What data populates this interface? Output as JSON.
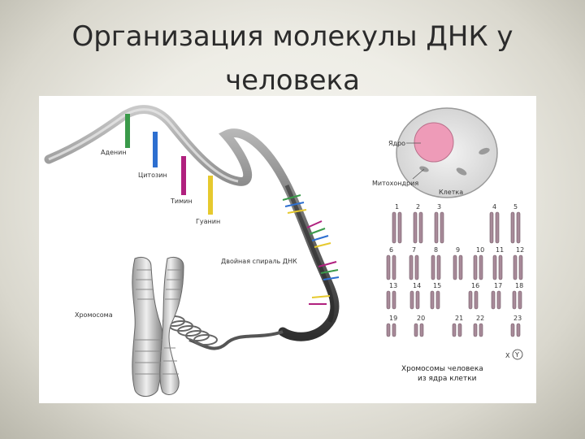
{
  "slide": {
    "title_line1": "Организация молекулы ДНК у",
    "title_line2": "человека"
  },
  "figure": {
    "bases": [
      {
        "name": "Аденин",
        "color": "#3a9a4a"
      },
      {
        "name": "Цитозин",
        "color": "#2d6fd0"
      },
      {
        "name": "Тимин",
        "color": "#b0207e"
      },
      {
        "name": "Гуанин",
        "color": "#e6c92e"
      }
    ],
    "double_helix_label": "Двойная спираль ДНК",
    "chromosome_label": "Хромосома",
    "cell": {
      "nucleus_label": "Ядро",
      "mitochondria_label": "Митохондрия",
      "cell_label": "Клетка"
    },
    "karyotype": {
      "numbers": [
        "1",
        "2",
        "3",
        "4",
        "5",
        "6",
        "7",
        "8",
        "9",
        "10",
        "11",
        "12",
        "13",
        "14",
        "15",
        "16",
        "17",
        "18",
        "19",
        "20",
        "21",
        "22",
        "23"
      ],
      "x_label": "X",
      "y_label": "Y",
      "caption_line1": "Хромосомы человека",
      "caption_line2": "из ядра клетки"
    }
  }
}
